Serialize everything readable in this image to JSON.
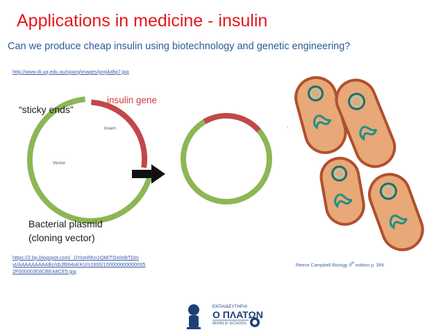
{
  "slide": {
    "title": "Applications in medicine - insulin",
    "subtitle": "Can we produce cheap insulin using biotechnology and genetic engineering?",
    "link_top": "http://www.di.uq.edu.au/sparq/images/proj4afig7.jpg",
    "link_bottom": [
      "https://2.bp.blogspot.com/_1lYomRKn1QM/TDx0eBTDm",
      "yI/AAAAAAAAABc/sbJf664uKKU/s1600/100000000000005",
      "2F000003E8CBEA8CE5.jpg"
    ]
  },
  "diagram": {
    "sticky_ends_label": "“sticky ends”",
    "insulin_gene_label": "insulin gene",
    "insert_label": "Insert",
    "vector_label": "Vector",
    "plasmid_label_line1": "Bacterial plasmid",
    "plasmid_label_line2": "(cloning vector)",
    "citation_text": "Reece Campbell Biology 9",
    "citation_sup": "th",
    "citation_rest": " edition p. 394"
  },
  "logo": {
    "top_text": "ΕΚΠΑΙΔΕΥΤΗΡΙΑ",
    "main_text": "Ο ΠΛΑΤΩΝ",
    "sub_text": "WORLD SCHOOL"
  },
  "colors": {
    "title": "#e8151d",
    "subtitle": "#2b5c96",
    "plasmid_green": "#8db655",
    "gene_red": "#c4474a",
    "bacteria_fill": "#e8a878",
    "bacteria_edge": "#b0502e",
    "teal": "#1f8f8a",
    "logo_blue": "#1f3f7a"
  },
  "icons": [
    "arrow-right-icon",
    "logo-statue-icon",
    "logo-emblem-icon"
  ]
}
